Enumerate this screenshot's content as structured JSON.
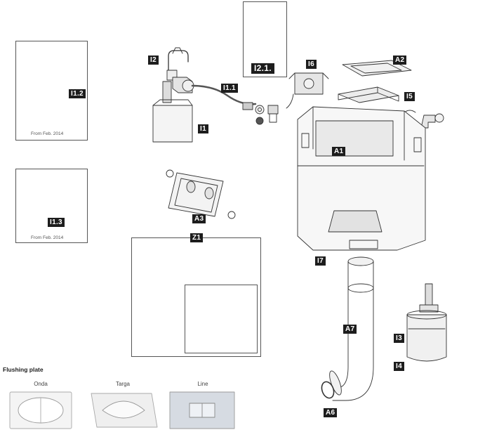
{
  "labels": {
    "i1": "I1",
    "i1_1": "I1.1",
    "i1_2": "I1.2",
    "i1_3": "I1.3",
    "i2": "I2",
    "i2_1": "I2.1.",
    "i3": "I3",
    "i4": "I4",
    "i5": "I5",
    "i6": "I6",
    "i7": "I7",
    "a1": "A1",
    "a2": "A2",
    "a3": "A3",
    "a6": "A6",
    "a7": "A7",
    "z1": "Z1"
  },
  "notes": {
    "i1_2": "From Feb. 2014",
    "i1_3": "From Feb. 2014"
  },
  "flushing": {
    "title": "Flushing plate",
    "plates": [
      "Onda",
      "Targa",
      "Line"
    ]
  }
}
